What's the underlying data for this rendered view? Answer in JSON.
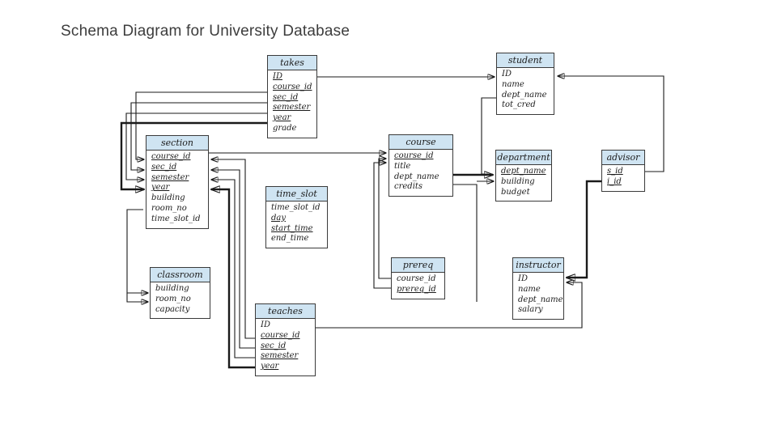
{
  "title": "Schema Diagram for University Database",
  "colors": {
    "header_fill": "#cfe4f2",
    "box_border": "#3a3a3a",
    "line": "#1a1a1a",
    "title_text": "#3d3d3d"
  },
  "tables": {
    "takes": {
      "name": "takes",
      "attributes": [
        {
          "text": "ID",
          "key": true
        },
        {
          "text": "course_id",
          "key": true
        },
        {
          "text": "sec_id",
          "key": true
        },
        {
          "text": "semester",
          "key": true
        },
        {
          "text": "year",
          "key": true
        },
        {
          "text": "grade",
          "key": false
        }
      ]
    },
    "student": {
      "name": "student",
      "attributes": [
        {
          "text": "ID",
          "key": false
        },
        {
          "text": "name",
          "key": false
        },
        {
          "text": "dept_name",
          "key": false
        },
        {
          "text": "tot_cred",
          "key": false
        }
      ]
    },
    "section": {
      "name": "section",
      "attributes": [
        {
          "text": "course_id",
          "key": true
        },
        {
          "text": "sec_id",
          "key": true
        },
        {
          "text": "semester",
          "key": true
        },
        {
          "text": "year",
          "key": true
        },
        {
          "text": "building",
          "key": false
        },
        {
          "text": "room_no",
          "key": false
        },
        {
          "text": "time_slot_id",
          "key": false
        }
      ]
    },
    "course": {
      "name": "course",
      "attributes": [
        {
          "text": "course_id",
          "key": true
        },
        {
          "text": "title",
          "key": false
        },
        {
          "text": "dept_name",
          "key": false
        },
        {
          "text": "credits",
          "key": false
        }
      ]
    },
    "department": {
      "name": "department",
      "attributes": [
        {
          "text": "dept_name",
          "key": true
        },
        {
          "text": "building",
          "key": false
        },
        {
          "text": "budget",
          "key": false
        }
      ]
    },
    "advisor": {
      "name": "advisor",
      "attributes": [
        {
          "text": "s_id",
          "key": true
        },
        {
          "text": "i_id",
          "key": true
        }
      ]
    },
    "time_slot": {
      "name": "time_slot",
      "attributes": [
        {
          "text": "time_slot_id",
          "key": false
        },
        {
          "text": "day",
          "key": true
        },
        {
          "text": "start_time",
          "key": true
        },
        {
          "text": "end_time",
          "key": false
        }
      ]
    },
    "prereq": {
      "name": "prereq",
      "attributes": [
        {
          "text": "course_id",
          "key": false
        },
        {
          "text": "prereq_id",
          "key": true
        }
      ]
    },
    "classroom": {
      "name": "classroom",
      "attributes": [
        {
          "text": "building",
          "key": false
        },
        {
          "text": "room_no",
          "key": false
        },
        {
          "text": "capacity",
          "key": false
        }
      ]
    },
    "instructor": {
      "name": "instructor",
      "attributes": [
        {
          "text": "ID",
          "key": false
        },
        {
          "text": "name",
          "key": false
        },
        {
          "text": "dept_name",
          "key": false
        },
        {
          "text": "salary",
          "key": false
        }
      ]
    },
    "teaches": {
      "name": "teaches",
      "attributes": [
        {
          "text": "ID",
          "key": false
        },
        {
          "text": "course_id",
          "key": true
        },
        {
          "text": "sec_id",
          "key": true
        },
        {
          "text": "semester",
          "key": true
        },
        {
          "text": "year",
          "key": true
        }
      ]
    }
  },
  "relationships": [
    {
      "from": "takes.ID",
      "to": "student.ID"
    },
    {
      "from": "takes.course_id",
      "to": "section.course_id"
    },
    {
      "from": "takes.sec_id",
      "to": "section.sec_id"
    },
    {
      "from": "takes.semester",
      "to": "section.semester"
    },
    {
      "from": "takes.year",
      "to": "section.year"
    },
    {
      "from": "teaches.course_id",
      "to": "section.course_id"
    },
    {
      "from": "teaches.sec_id",
      "to": "section.sec_id"
    },
    {
      "from": "teaches.semester",
      "to": "section.semester"
    },
    {
      "from": "teaches.year",
      "to": "section.year"
    },
    {
      "from": "teaches.ID",
      "to": "instructor.ID"
    },
    {
      "from": "section.course_id",
      "to": "course.course_id"
    },
    {
      "from": "section.room_no",
      "to": "classroom.building"
    },
    {
      "from": "section.room_no",
      "to": "classroom.room_no"
    },
    {
      "from": "prereq.course_id",
      "to": "course.course_id"
    },
    {
      "from": "prereq.prereq_id",
      "to": "course.course_id"
    },
    {
      "from": "course.dept_name",
      "to": "department.dept_name"
    },
    {
      "from": "student.dept_name",
      "to": "department.dept_name"
    },
    {
      "from": "instructor.dept_name",
      "to": "department.dept_name"
    },
    {
      "from": "advisor.s_id",
      "to": "student.ID"
    },
    {
      "from": "advisor.i_id",
      "to": "instructor.ID"
    }
  ]
}
